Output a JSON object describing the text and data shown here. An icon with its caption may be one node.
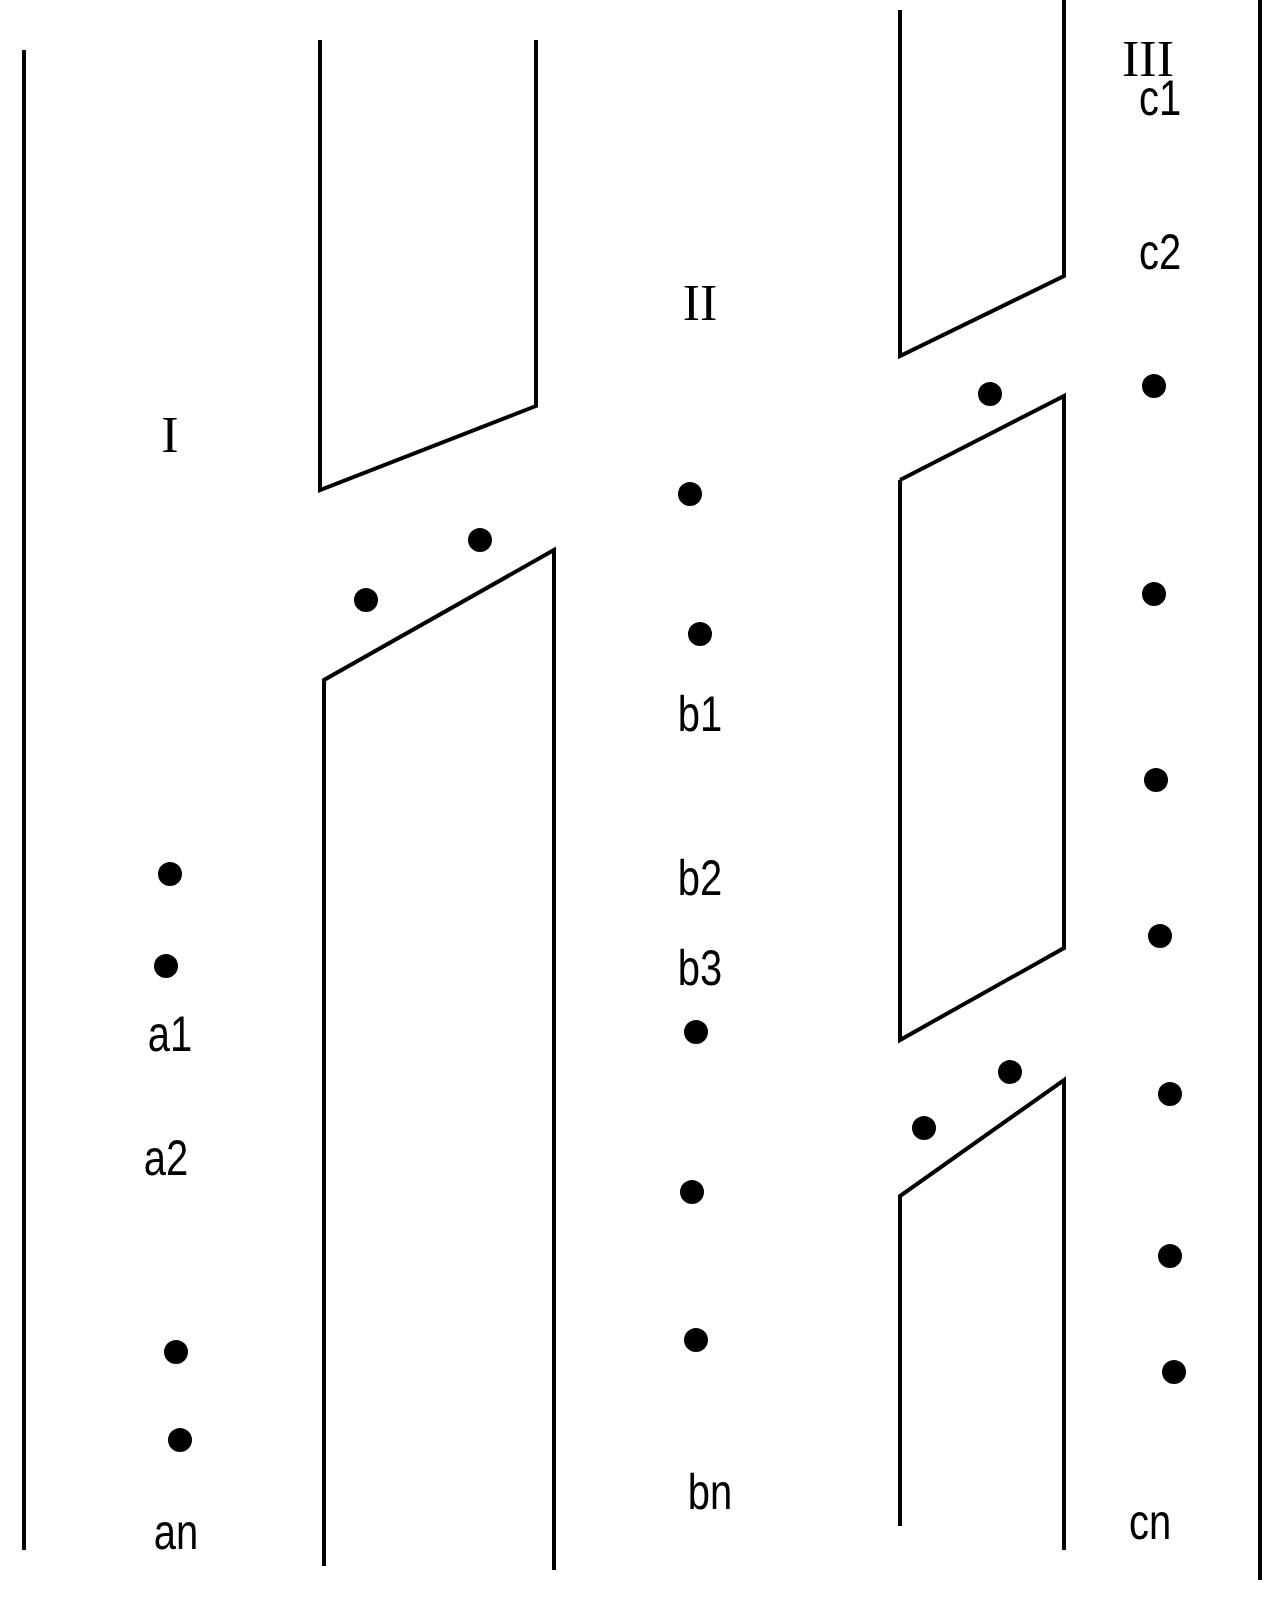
{
  "diagram": {
    "labels": [
      "III",
      "c1",
      "c2",
      "II",
      "I",
      "b1",
      "b2",
      "b3",
      "a1",
      "a2",
      "an",
      "bn",
      "cn"
    ]
  }
}
